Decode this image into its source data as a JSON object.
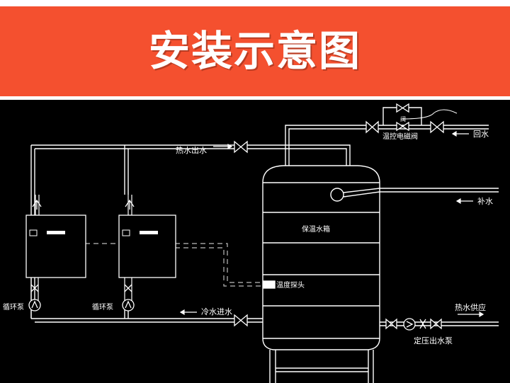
{
  "title": "安装示意图",
  "colors": {
    "banner": "#f4502f",
    "background": "#000000",
    "lines": "#ffffff",
    "dashed": "#bbbbbb"
  },
  "labels": {
    "hot_water_out": "热水出水",
    "return_water": "回水",
    "temp_solenoid_valve": "温控电磁阀",
    "makeup_water": "补水",
    "tank": "保温水箱",
    "temp_probe": "温度探头",
    "cold_water_in": "冷水进水",
    "hot_water_supply": "热水供应",
    "pressure_pump": "定压出水泵",
    "circ_pump_1": "循环泵",
    "circ_pump_2": "循环泵",
    "valve_mark": "阀"
  },
  "icons": {
    "valve": "gate-valve-icon",
    "pump": "pump-icon",
    "arrow": "flow-arrow-icon",
    "check_valve": "check-valve-icon"
  }
}
